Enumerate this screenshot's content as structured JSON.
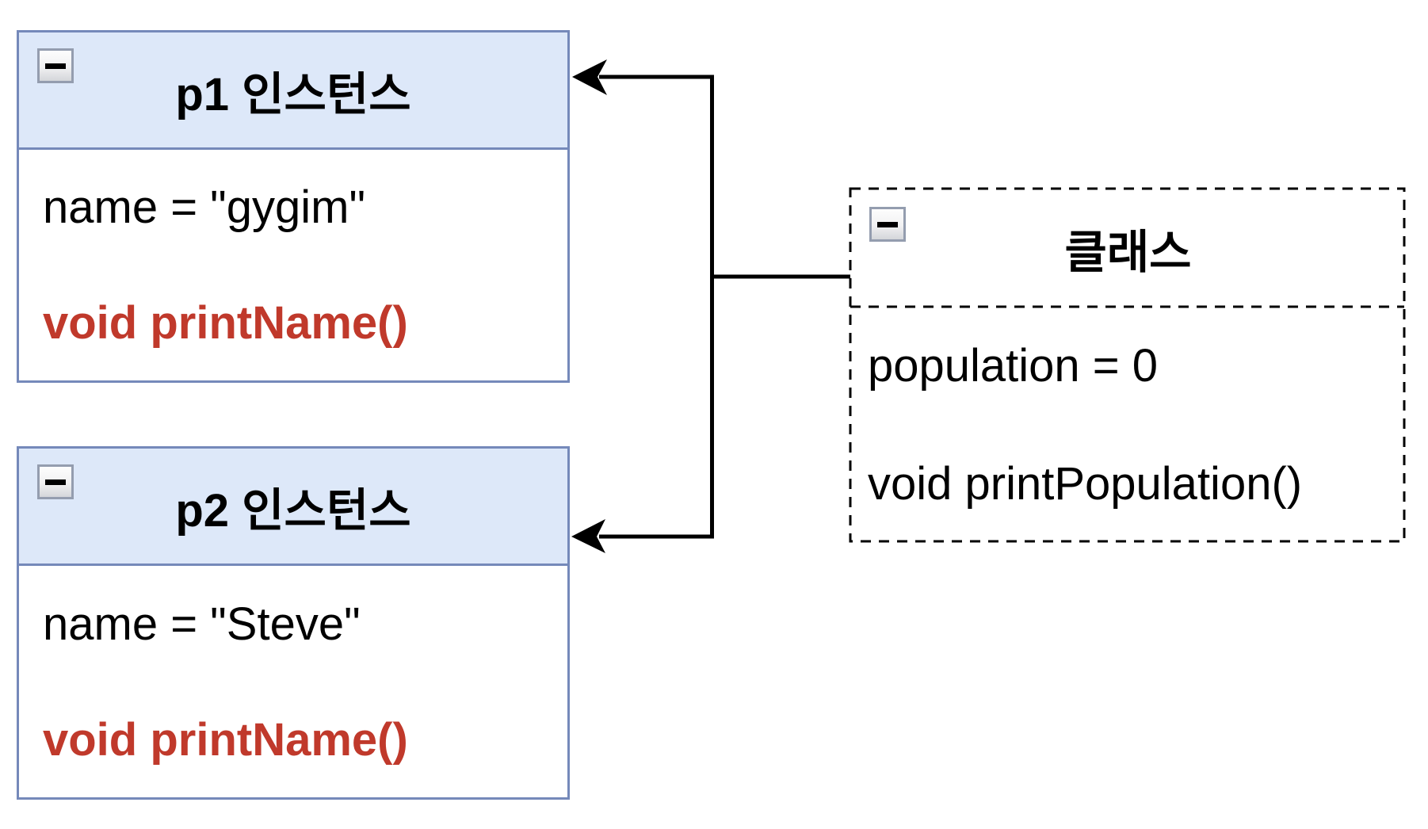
{
  "canvas": {
    "background": "#ffffff"
  },
  "instances": [
    {
      "title": "p1 인스턴스",
      "attribute": "name = \"gygim\"",
      "method": "void printName()"
    },
    {
      "title": "p2 인스턴스",
      "attribute": "name = \"Steve\"",
      "method": "void printName()"
    }
  ],
  "class_box": {
    "title": "클래스",
    "attribute": "population = 0",
    "method": "void printPopulation()"
  },
  "icons": {
    "collapse": "minus-icon"
  },
  "colors": {
    "instance_border": "#7589ba",
    "instance_header_fill": "#dde8f9",
    "instance_body_fill": "#ffffff",
    "class_border": "#000000",
    "class_fill": "#ffffff",
    "attribute_text": "#000000",
    "method_text_red": "#c0392b",
    "connector": "#000000"
  }
}
